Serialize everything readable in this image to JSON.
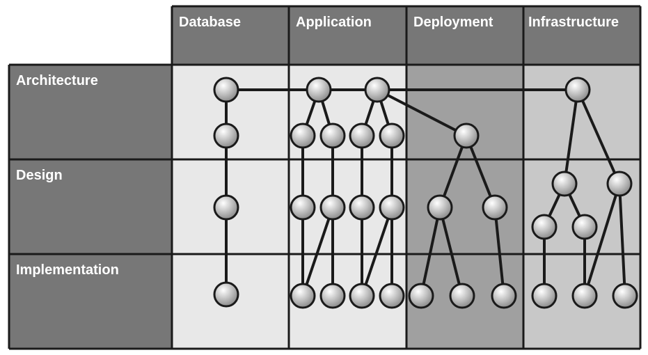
{
  "diagram": {
    "columns": [
      "Database",
      "Application",
      "Deployment",
      "Infrastructure"
    ],
    "rows": [
      "Architecture",
      "Design",
      "Implementation"
    ],
    "colors": {
      "header_fill": "#777777",
      "cell_light": "#e8e8e8",
      "cell_dark": "#a0a0a0",
      "cell_mid": "#c8c8c8",
      "grid_line": "#1a1a1a",
      "edge": "#1a1a1a",
      "node_highlight": "#ffffff",
      "node_shadow": "#8a8a8a",
      "label_text": "#ffffff"
    }
  }
}
